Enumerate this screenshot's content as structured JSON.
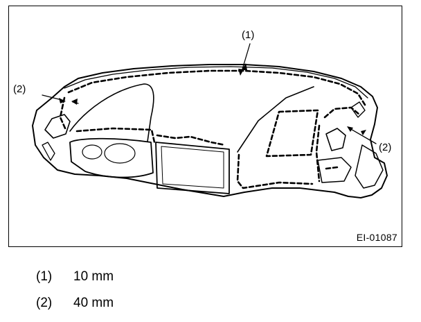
{
  "figure": {
    "id": "EI-01087",
    "callouts": [
      {
        "key": "(1)"
      },
      {
        "key": "(2)"
      },
      {
        "key": "(2)"
      }
    ]
  },
  "legend": [
    {
      "key": "(1)",
      "value": "10 mm"
    },
    {
      "key": "(2)",
      "value": "40 mm"
    }
  ]
}
